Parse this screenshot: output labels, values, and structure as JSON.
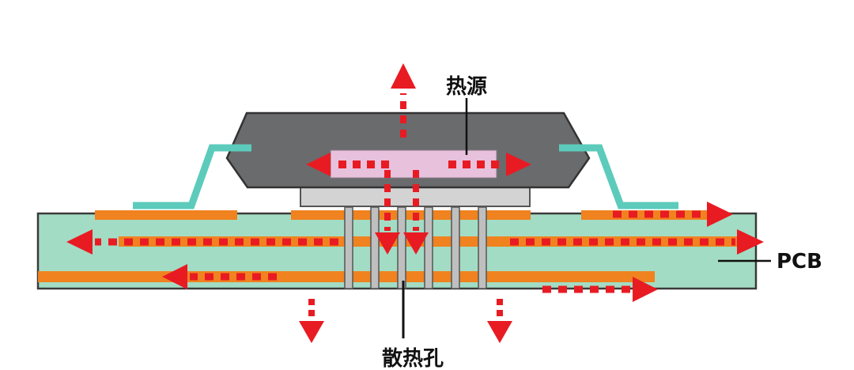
{
  "labels": {
    "heat_source": "热源",
    "pcb": "PCB",
    "thermal_vias": "散热孔"
  },
  "colors": {
    "pcb_board": "#a3dcc4",
    "package": "#6a6b6d",
    "die": "#e8c1dd",
    "copper": "#f0821f",
    "leads": "#5ccbbb",
    "pad": "#d3d3d3",
    "arrow": "#e81b23",
    "via": "#bfbfbf"
  }
}
